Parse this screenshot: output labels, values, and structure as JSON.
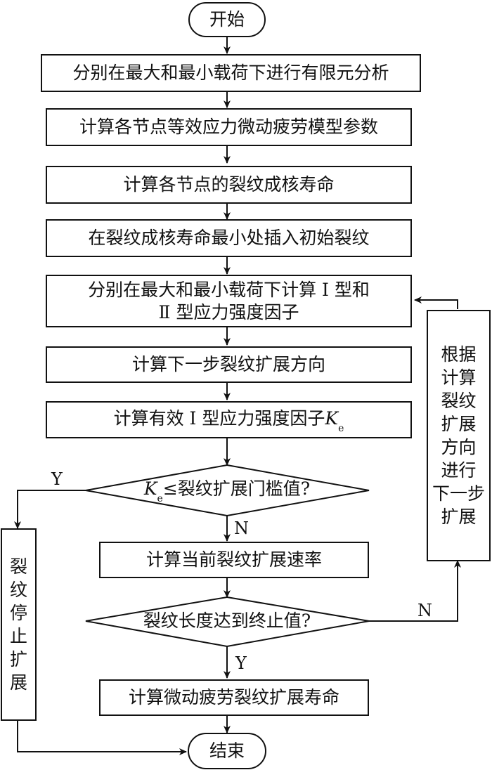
{
  "flowchart": {
    "start": "开始",
    "end": "结束",
    "steps": {
      "fea": "分别在最大和最小载荷下进行有限元分析",
      "params": "计算各节点等效应力微动疲劳模型参数",
      "nucleation": "计算各节点的裂纹成核寿命",
      "insert_crack": "在裂纹成核寿命最小处插入初始裂纹",
      "sif_line1": "分别在最大和最小载荷下计算 Ⅰ 型和",
      "sif_line2": "Ⅱ 型应力强度因子",
      "direction": "计算下一步裂纹扩展方向",
      "effective_prefix": "计算有效 Ⅰ 型应力强度因子",
      "effective_var": "K",
      "effective_sub": "e",
      "rate": "计算当前裂纹扩展速率",
      "life": "计算微动疲劳裂纹扩展寿命"
    },
    "decisions": {
      "threshold_var": "K",
      "threshold_sub": "e",
      "threshold_text": "≤裂纹扩展门槛值?",
      "length_text": "裂纹长度达到终止值?"
    },
    "side_boxes": {
      "stop": "裂纹停止扩展",
      "next_step": [
        "根据",
        "计算",
        "裂纹",
        "扩展",
        "方向",
        "进行",
        "下一步",
        "扩展"
      ]
    },
    "branch_labels": {
      "threshold_yes": "Y",
      "threshold_no": "N",
      "length_yes": "Y",
      "length_no": "N"
    }
  }
}
